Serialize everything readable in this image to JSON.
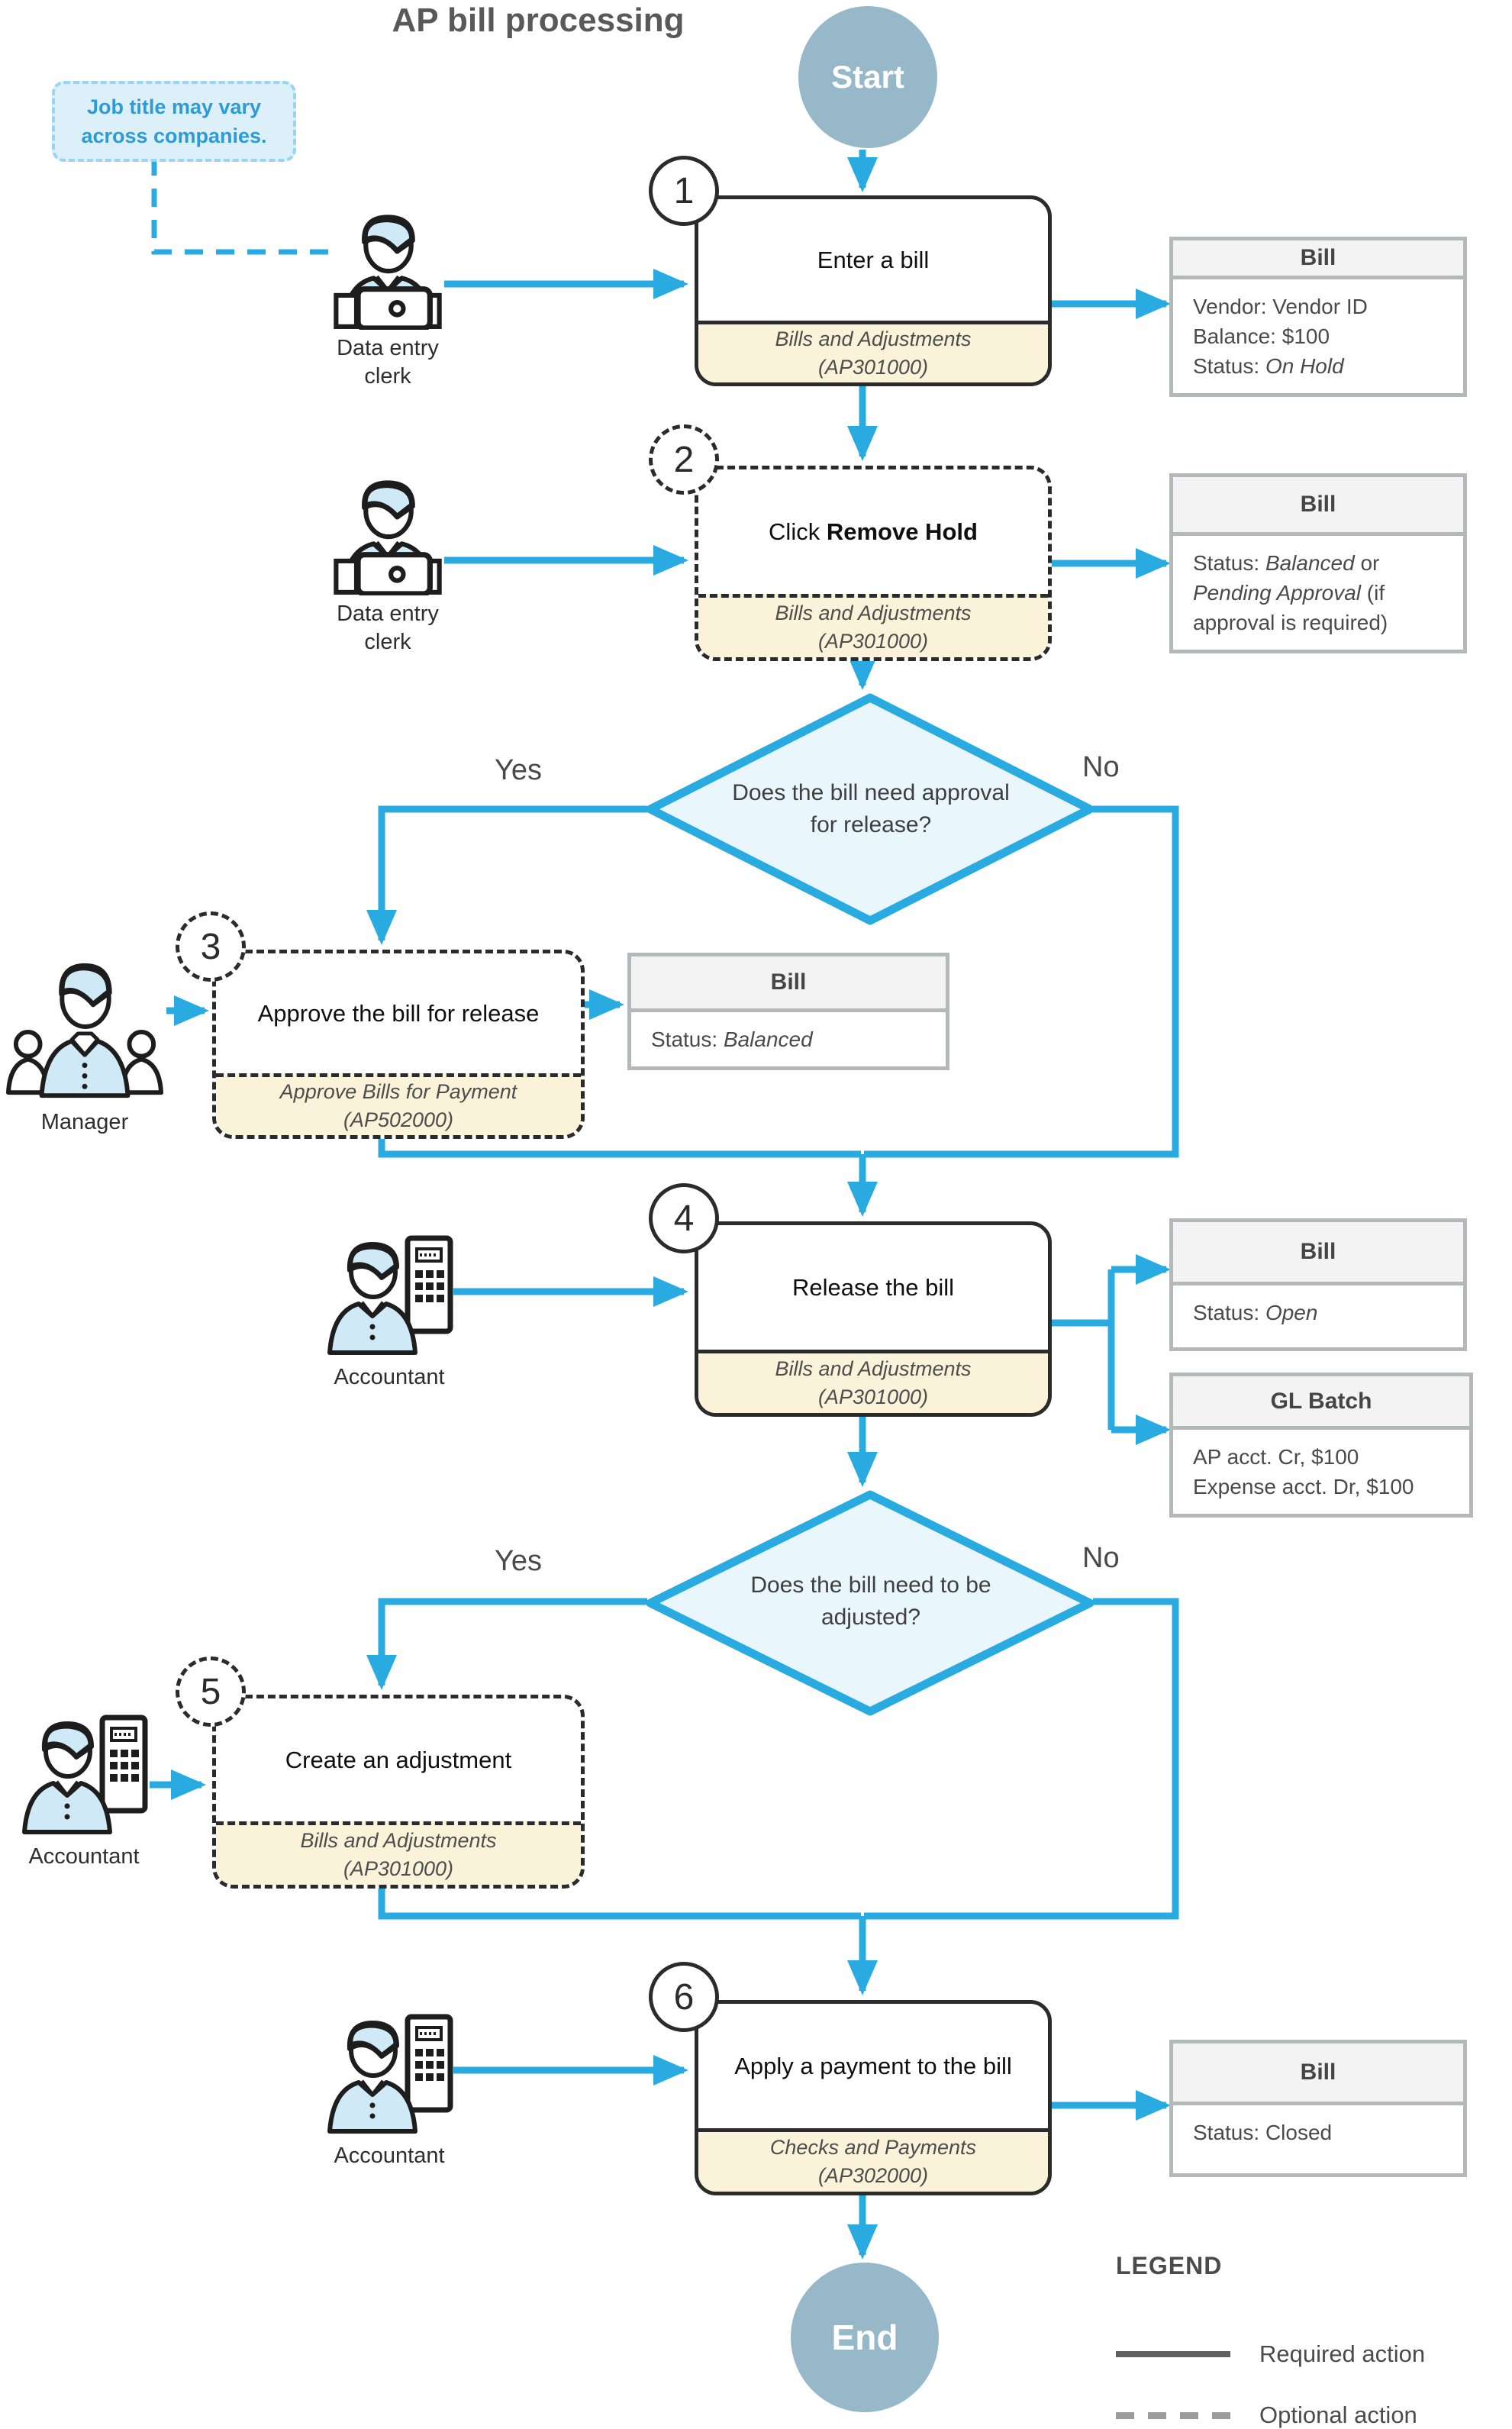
{
  "title": "AP bill processing",
  "start_label": "Start",
  "end_label": "End",
  "note": {
    "line1": "Job title may vary",
    "line2": "across companies."
  },
  "decision1": {
    "line1": "Does the bill need approval",
    "line2": "for release?",
    "yes": "Yes",
    "no": "No"
  },
  "decision2": {
    "line1": "Does the bill need to be",
    "line2": "adjusted?",
    "yes": "Yes",
    "no": "No"
  },
  "steps": {
    "s1": {
      "num": "1",
      "title": "Enter a bill",
      "screen1": "Bills and Adjustments",
      "screen2": "(AP301000)",
      "actor": "Data entry clerk",
      "icon": "person-laptop-icon",
      "style": "required"
    },
    "s2": {
      "num": "2",
      "title_pre": "Click ",
      "title_bold": "Remove Hold",
      "screen1": "Bills and Adjustments",
      "screen2": "(AP301000)",
      "actor": "Data entry clerk",
      "icon": "person-laptop-icon",
      "style": "optional"
    },
    "s3": {
      "num": "3",
      "title": "Approve the bill for release",
      "screen1": "Approve Bills for Payment",
      "screen2": "(AP502000)",
      "actor": "Manager",
      "icon": "manager-icon",
      "style": "optional"
    },
    "s4": {
      "num": "4",
      "title": "Release the bill",
      "screen1": "Bills and Adjustments",
      "screen2": "(AP301000)",
      "actor": "Accountant",
      "icon": "person-calculator-icon",
      "style": "required"
    },
    "s5": {
      "num": "5",
      "title": "Create an adjustment",
      "screen1": "Bills and Adjustments",
      "screen2": "(AP301000)",
      "actor": "Accountant",
      "icon": "person-calculator-icon",
      "style": "optional"
    },
    "s6": {
      "num": "6",
      "title": "Apply a payment to the bill",
      "screen1": "Checks and Payments",
      "screen2": "(AP302000)",
      "actor": "Accountant",
      "icon": "person-calculator-icon",
      "style": "required"
    }
  },
  "artifacts": {
    "bill1": {
      "title": "Bill",
      "row1": "Vendor: Vendor ID",
      "row2": "Balance: $100",
      "row3_label": "Status: ",
      "row3_value": "On Hold"
    },
    "bill2": {
      "title": "Bill",
      "seg1": "Status: ",
      "seg2": "Balanced",
      "seg3": " or ",
      "seg4": "Pending Approval",
      "seg5": " (if approval is required)"
    },
    "bill3": {
      "title": "Bill",
      "row1_label": "Status: ",
      "row1_value": "Balanced"
    },
    "bill4": {
      "title": "Bill",
      "row1_label": "Status: ",
      "row1_value": "Open"
    },
    "gl_batch": {
      "title": "GL Batch",
      "row1": "AP acct. Cr, $100",
      "row2": "Expense acct. Dr, $100"
    },
    "bill6": {
      "title": "Bill",
      "row1": "Status: Closed"
    }
  },
  "legend": {
    "heading": "LEGEND",
    "required": "Required action",
    "optional": "Optional action"
  },
  "colors": {
    "accent": "#29abe2",
    "diamond_fill": "#e9f7fd",
    "note_fill": "#dcf0fa",
    "note_text": "#2e9bd6",
    "terminator_fill": "#97b8c9",
    "footer_fill": "#faf3da",
    "card_border": "#b3b9bb",
    "box_border": "#2b2b2b"
  }
}
